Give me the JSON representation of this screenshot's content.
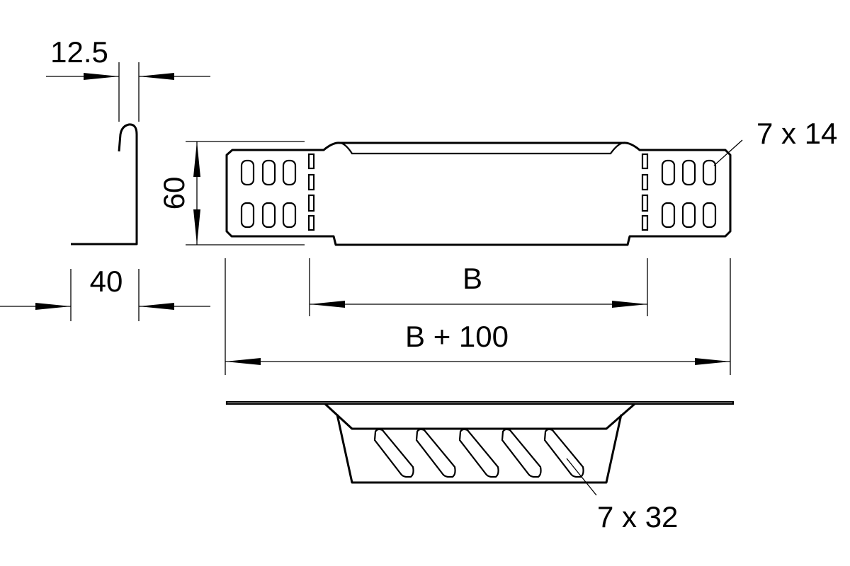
{
  "title": "Cable tray reducer / connector dimension drawing",
  "dimensions": {
    "hook_width": "12.5",
    "height": "60",
    "profile_width": "40",
    "inner_length": "B",
    "total_length": "B + 100",
    "top_slot_size": "7 x 14",
    "side_slot_size": "7 x 32"
  },
  "colors": {
    "line": "#000000",
    "background": "#ffffff"
  }
}
